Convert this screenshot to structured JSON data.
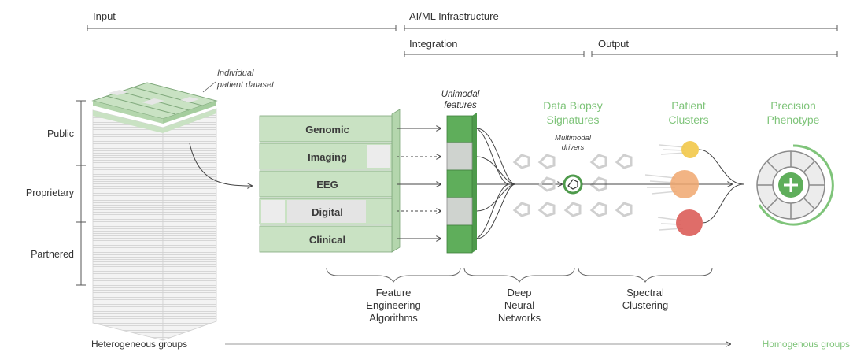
{
  "header": {
    "input": "Input",
    "ai_ml": "AI/ML Infrastructure",
    "integration": "Integration",
    "output": "Output"
  },
  "dataset_label": [
    "Individual",
    "patient dataset"
  ],
  "groups": [
    "Public",
    "Proprietary",
    "Partnered"
  ],
  "modalities": [
    "Genomic",
    "Imaging",
    "EEG",
    "Digital",
    "Clinical"
  ],
  "unimodal_label": [
    "Unimodal",
    "features"
  ],
  "stage_titles": {
    "data_biopsy": [
      "Data Biopsy",
      "Signatures"
    ],
    "multimodal": [
      "Multimodal",
      "drivers"
    ],
    "patient_clusters": [
      "Patient",
      "Clusters"
    ],
    "precision": [
      "Precision",
      "Phenotype"
    ]
  },
  "methods": {
    "feature": [
      "Feature",
      "Engineering",
      "Algorithms"
    ],
    "deep": [
      "Deep",
      "Neural",
      "Networks"
    ],
    "spectral": [
      "Spectral",
      "Clustering"
    ]
  },
  "footer": {
    "left": "Heterogeneous groups",
    "right": "Homogenous groups"
  },
  "colors": {
    "green": "#7fc47a",
    "green_light": "#c9e2c3",
    "green_dark": "#4e9a4b",
    "cluster_yellow": "#f2c84a",
    "cluster_orange": "#f0a76e",
    "cluster_red": "#d9534f"
  }
}
